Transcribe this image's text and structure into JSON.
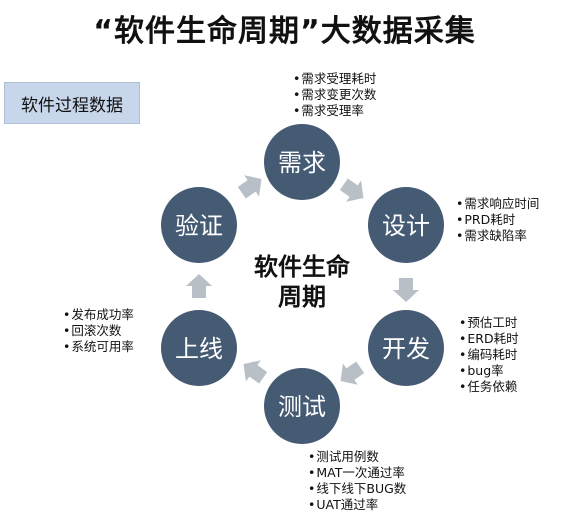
{
  "title": "“软件生命周期”大数据采集",
  "side_label": "软件过程数据",
  "center_label": [
    "软件生命",
    "周期"
  ],
  "nodes": [
    "需求",
    "设计",
    "开发",
    "测试",
    "上线",
    "验证"
  ],
  "metrics": {
    "requirements": [
      "需求受理耗时",
      "需求变更次数",
      "需求受理率"
    ],
    "design": [
      "需求响应时间",
      "PRD耗时",
      "需求缺陷率"
    ],
    "development": [
      "预估工时",
      "ERD耗时",
      "编码耗时",
      "bug率",
      "任务依赖"
    ],
    "testing": [
      "测试用例数",
      "MAT一次通过率",
      "线下线下BUG数",
      "UAT通过率"
    ],
    "release": [
      "发布成功率",
      "回滚次数",
      "系统可用率"
    ]
  },
  "colors": {
    "node_fill": "#455a73",
    "arrow_fill": "#b9bfc6",
    "label_bg": "#c7d6ea"
  }
}
